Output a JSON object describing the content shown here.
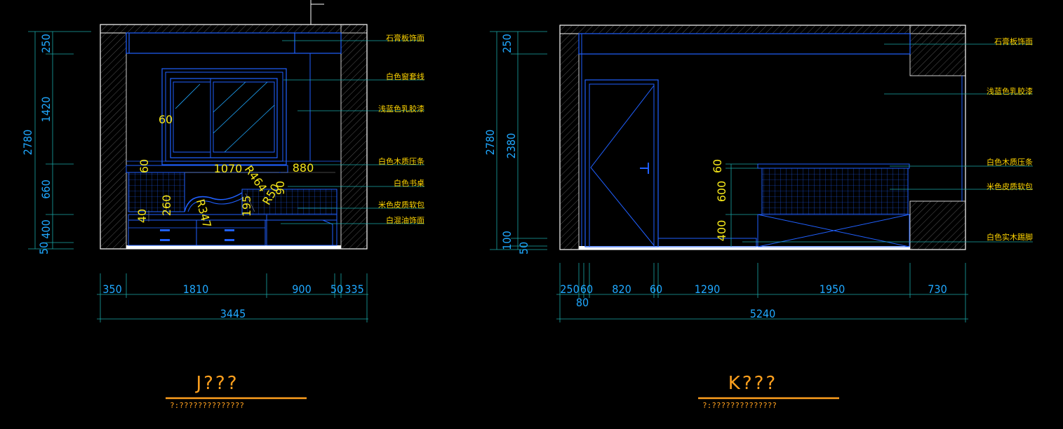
{
  "colors": {
    "background": "#000000",
    "outline": "#ffffff",
    "blue": "#2060ff",
    "cyan": "#1fa8ff",
    "teal": "#1aa8a8",
    "yellow_note": "#ffd400",
    "orange_title": "#ffa01e"
  },
  "left": {
    "notes": [
      "石膏板饰面",
      "白色窗套线",
      "浅蓝色乳胶漆",
      "白色木质压条",
      "白色书桌",
      "米色皮质软包",
      "白混油饰面"
    ],
    "vdims": [
      "250",
      "1420",
      "660",
      "400",
      "50",
      "2780"
    ],
    "inner_dims": [
      "60",
      "60",
      "1070",
      "R464",
      "R50",
      "880",
      "90",
      "260",
      "40",
      "R347",
      "195"
    ],
    "hdims": [
      "350",
      "1810",
      "900",
      "50",
      "335",
      "3445"
    ],
    "title": "J???",
    "subtitle": "?:??????????????"
  },
  "right": {
    "notes": [
      "石膏板饰面",
      "浅蓝色乳胶漆",
      "白色木质压条",
      "米色皮质软包",
      "白色实木踢脚"
    ],
    "vdims": [
      "250",
      "2380",
      "2780",
      "100",
      "50"
    ],
    "inner_dims": [
      "60",
      "600",
      "400"
    ],
    "hdims": [
      "250",
      "60",
      "80",
      "820",
      "60",
      "1290",
      "1950",
      "730",
      "5240"
    ],
    "title": "K???",
    "subtitle": "?:??????????????"
  }
}
